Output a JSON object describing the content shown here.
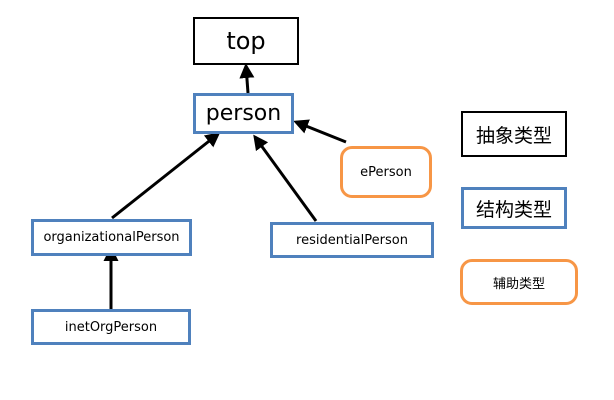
{
  "diagram": {
    "nodes": {
      "top": {
        "label": "top",
        "kind": "abstract"
      },
      "person": {
        "label": "person",
        "kind": "structural"
      },
      "eperson": {
        "label": "ePerson",
        "kind": "auxiliary"
      },
      "organizational_person": {
        "label": "organizationalPerson",
        "kind": "structural"
      },
      "residential_person": {
        "label": "residentialPerson",
        "kind": "structural"
      },
      "inet_org_person": {
        "label": "inetOrgPerson",
        "kind": "structural"
      }
    },
    "edges": [
      {
        "from": "person",
        "to": "top"
      },
      {
        "from": "eperson",
        "to": "person"
      },
      {
        "from": "organizational_person",
        "to": "person"
      },
      {
        "from": "residential_person",
        "to": "person"
      },
      {
        "from": "inet_org_person",
        "to": "organizational_person"
      }
    ]
  },
  "legend": {
    "abstract": {
      "label": "抽象类型"
    },
    "structural": {
      "label": "结构类型"
    },
    "auxiliary": {
      "label": "辅助类型"
    }
  },
  "colors": {
    "abstract_border": "#000000",
    "structural_border": "#4f81bd",
    "auxiliary_border": "#f79646",
    "arrow": "#000000"
  }
}
